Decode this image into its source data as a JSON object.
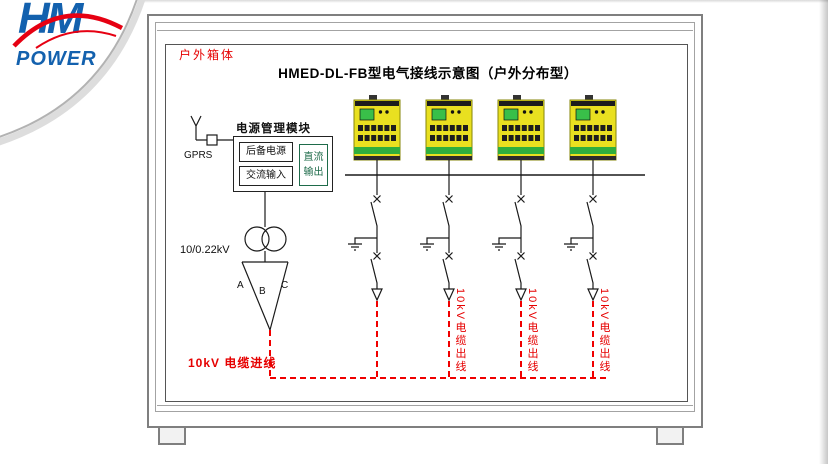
{
  "logo": {
    "brand": "HM",
    "sub": "POWER"
  },
  "cabinet": {
    "label": "户外箱体"
  },
  "diagram": {
    "title": "HMED-DL-FB型电气接线示意图（户外分布型）",
    "gprs": "GPRS",
    "module": {
      "title": "电源管理模块",
      "backup": "后备电源",
      "ac_in": "交流输入",
      "dc_line1": "直流",
      "dc_line2": "输出"
    },
    "transformer": "10/0.22kV",
    "phases": [
      "A",
      "B",
      "C"
    ],
    "incoming": "10kV 电缆进线",
    "outgoing": [
      "10kV电缆出线",
      "10kV电缆出线",
      "10kV电缆出线"
    ]
  },
  "colors": {
    "highlight_red": "#f00000",
    "device_yellow": "#e9e020",
    "device_green": "#2fae3e",
    "logo_blue": "#1361ae",
    "logo_red": "#e60012",
    "frame_gray": "#7f7f7f"
  }
}
